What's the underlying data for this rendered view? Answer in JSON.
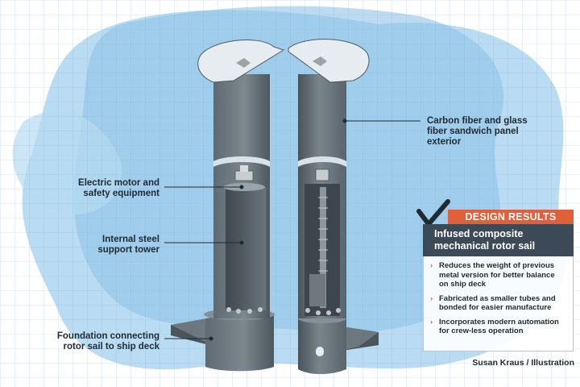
{
  "callouts": {
    "exterior": [
      "Carbon fiber and glass",
      "fiber sandwich panel",
      "exterior"
    ],
    "motor": [
      "Electric motor and",
      "safety equipment"
    ],
    "tower": [
      "Internal steel",
      "support tower"
    ],
    "foundation": [
      "Foundation connecting",
      "rotor sail to ship deck"
    ]
  },
  "design_results": {
    "tab_label": "DESIGN RESULTS",
    "header": [
      "Infused composite",
      "mechanical rotor sail"
    ],
    "bullets": [
      [
        "Reduces the weight of previous",
        "metal version for better balance",
        "on ship deck"
      ],
      [
        "Fabricated as smaller tubes and",
        "bonded for easier manufacture"
      ],
      [
        "Incorporates modern automation",
        "for crew-less operation"
      ]
    ]
  },
  "credit": "Susan Kraus / Illustration",
  "colors": {
    "accent": "#e0603a",
    "header_dark": "#3b4a56",
    "steel": "#5b6770",
    "watercolor": "#a9d3ef"
  }
}
